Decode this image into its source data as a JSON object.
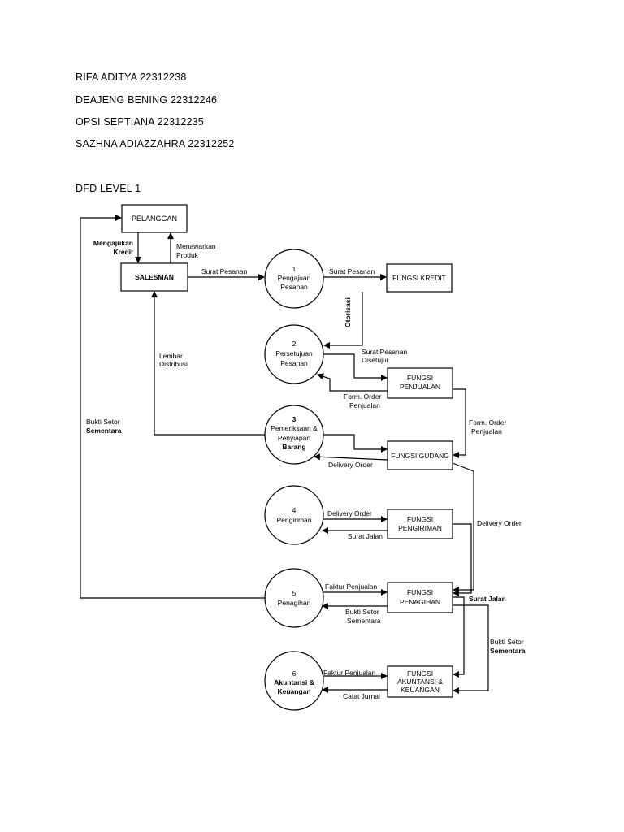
{
  "authors": [
    "RIFA ADITYA 22312238",
    "DEAJENG BENING 22312246",
    "OPSI SEPTIANA 22312235",
    "SAZHNA ADIAZZAHRA 22312252"
  ],
  "section_title": "DFD LEVEL 1",
  "entities": {
    "pelanggan": "PELANGGAN",
    "salesman": "SALESMAN",
    "fungsi_kredit": "FUNGSI KREDIT",
    "fungsi_penjualan": [
      "FUNGSI",
      "PENJUALAN"
    ],
    "fungsi_gudang": "FUNGSI GUDANG",
    "fungsi_pengiriman": [
      "FUNGSI",
      "PENGIRIMAN"
    ],
    "fungsi_penagihan": [
      "FUNGSI",
      "PENAGIHAN"
    ],
    "fungsi_akuntansi": [
      "FUNGSI",
      "AKUNTANSI &",
      "KEUANGAN"
    ]
  },
  "processes": {
    "p1": [
      "1",
      "Pengajuan",
      "Pesanan"
    ],
    "p2": [
      "2",
      "Persetujuan",
      "Pesanan"
    ],
    "p3": [
      "3",
      "Pemeriksaan &",
      "Penyiapan",
      "Barang"
    ],
    "p4": [
      "4",
      "Pengiriman"
    ],
    "p5": [
      "5",
      "Penagihan"
    ],
    "p6": [
      "6",
      "Akuntansi &",
      "Keuangan"
    ]
  },
  "flows": {
    "mengajukan_kredit": [
      "Mengajukan",
      "Kredit"
    ],
    "menawarkan_produk": [
      "Menawarkan",
      "Produk"
    ],
    "surat_pesanan_1": "Surat Pesanan",
    "surat_pesanan_2": "Surat Pesanan",
    "otorisasi": "Otorisasi",
    "surat_pesanan_disetujui": [
      "Surat Pesanan",
      "Disetujui"
    ],
    "form_order_left": [
      "Form. Order",
      "Penjualan"
    ],
    "form_order_right": [
      "Form. Order",
      "Penjualan"
    ],
    "lembar_distribusi": [
      "Lembar",
      "Distribusi"
    ],
    "bukti_setor_left": [
      "Bukti Setor",
      "Sementara"
    ],
    "delivery_order_1": "Delivery Order",
    "delivery_order_2": "Delivery Order",
    "delivery_order_right": "Delivery Order",
    "surat_jalan_1": "Surat Jalan",
    "surat_jalan_right": "Surat Jalan",
    "faktur_penjualan_1": "Faktur Penjualan",
    "bukti_setor_mid": [
      "Bukti Setor",
      "Sementara"
    ],
    "bukti_setor_right": [
      "Bukti Setor",
      "Sementara"
    ],
    "faktur_penjualan_2": "Faktur Penjualan",
    "catat_jurnal": "Catat Jurnal"
  }
}
